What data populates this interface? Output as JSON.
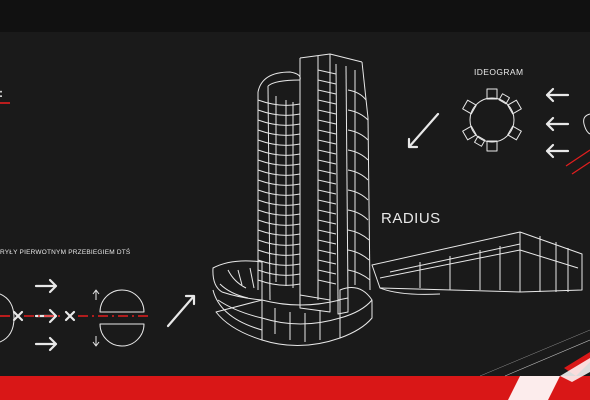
{
  "labels": {
    "ideogram": "IDEOGRAM",
    "radius": "RADIUS",
    "caption": "RYŁY PIERWOTNYM PRZEBIEGIEM DTŚ",
    "colon_fragment": ":"
  },
  "icons": {
    "arrows": [
      "arrow-left-icon",
      "arrow-right-icon",
      "arrow-up-right-icon",
      "arrow-down-left-icon"
    ],
    "cross": "cross-icon",
    "ideogram": "ring-ideogram-icon",
    "split_circle": "split-circle-icon",
    "building": "tower-wireframe-icon"
  },
  "colors": {
    "background": "#1a1a1a",
    "top_bar": "#111111",
    "line": "#e8e8e8",
    "accent_red": "#e21e1e",
    "footer_band": "#d91717"
  }
}
